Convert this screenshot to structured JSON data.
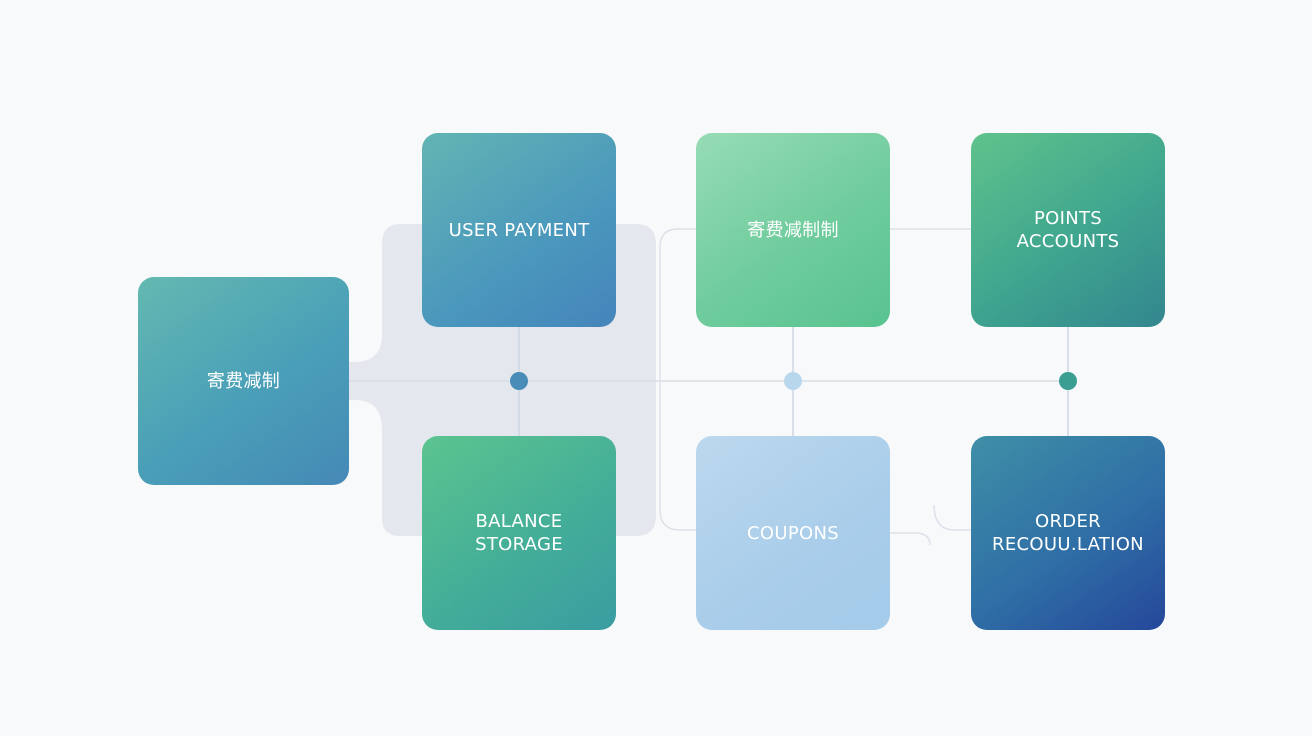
{
  "diagram": {
    "nodes": {
      "main": "寄费减制",
      "user_payment": "USER PAYMENT",
      "top_middle": "寄费减制制",
      "points_accounts": "POINTS\nACCOUNTS",
      "balance_storage": "BALANCE\nSTORAGE",
      "coupons": "COUPONS",
      "order": "ORDER\nRECOUU.LATION"
    },
    "colors": {
      "background": "#f8f9fa",
      "connector": "#d7dde6",
      "panel": "#e4e7ed",
      "junction_blue": "#4a8cb8",
      "junction_light": "#b8d7ec",
      "junction_teal": "#3a9e92"
    }
  }
}
